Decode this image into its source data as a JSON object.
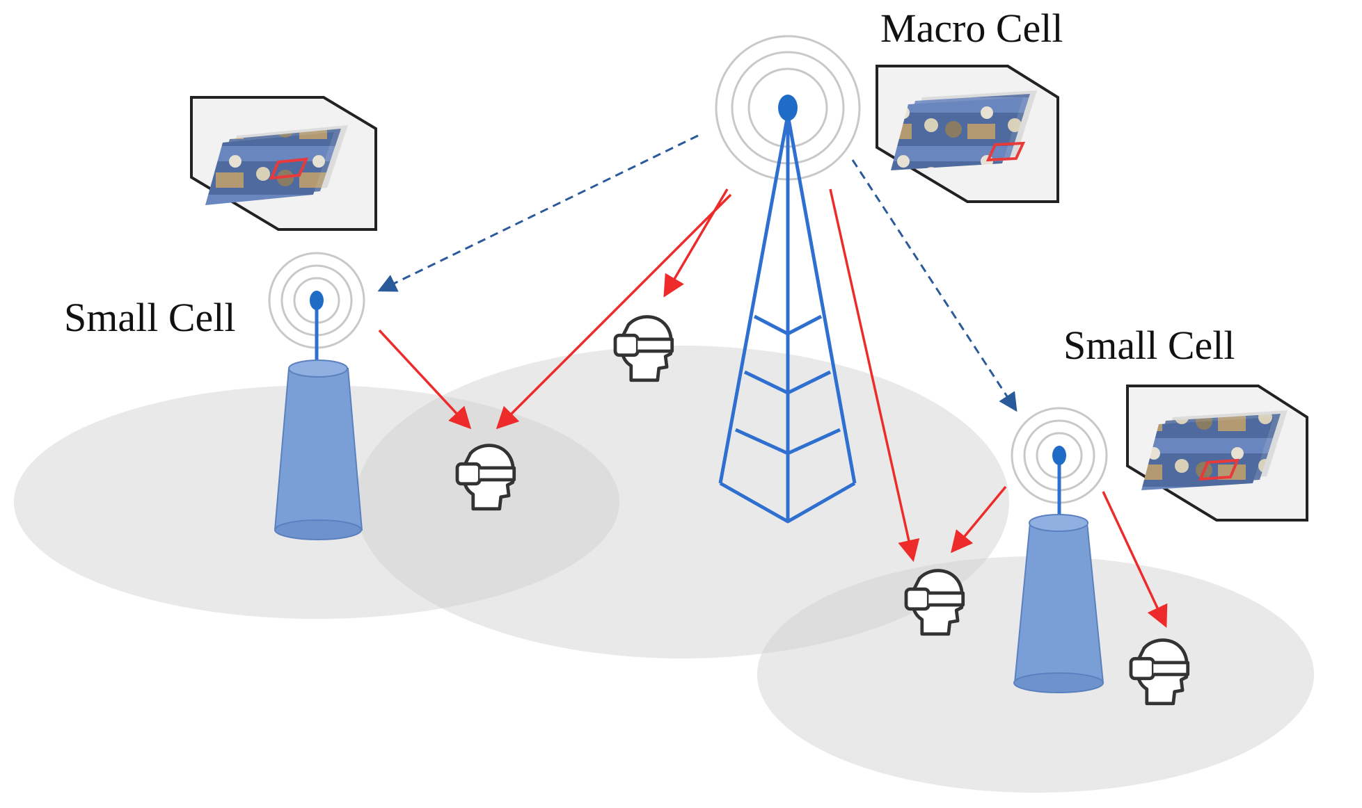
{
  "labels": {
    "macro_cell": "Macro Cell",
    "small_cell_left": "Small Cell",
    "small_cell_right": "Small Cell"
  },
  "colors": {
    "tower_blue": "#2e6fd0",
    "antenna_dot": "#1f6cc6",
    "small_cell_fill": "#7a9fd6",
    "wireless_arrow": "#ee2b2b",
    "backhaul_arrow": "#2a5a9a",
    "coverage_area": "#c9c9c9",
    "headset_stroke": "#333333",
    "cache_box_fill": "#f2f2f2",
    "highlight_box": "#e83a3a"
  },
  "legend_semantics": {
    "solid_red_arrow": "wireless transmission to users",
    "dashed_blue_arrow": "macro cell to small cell link"
  },
  "icons": {
    "headset": "vr-headset-user-icon",
    "cache": "cached-360-video-frames-icon"
  }
}
